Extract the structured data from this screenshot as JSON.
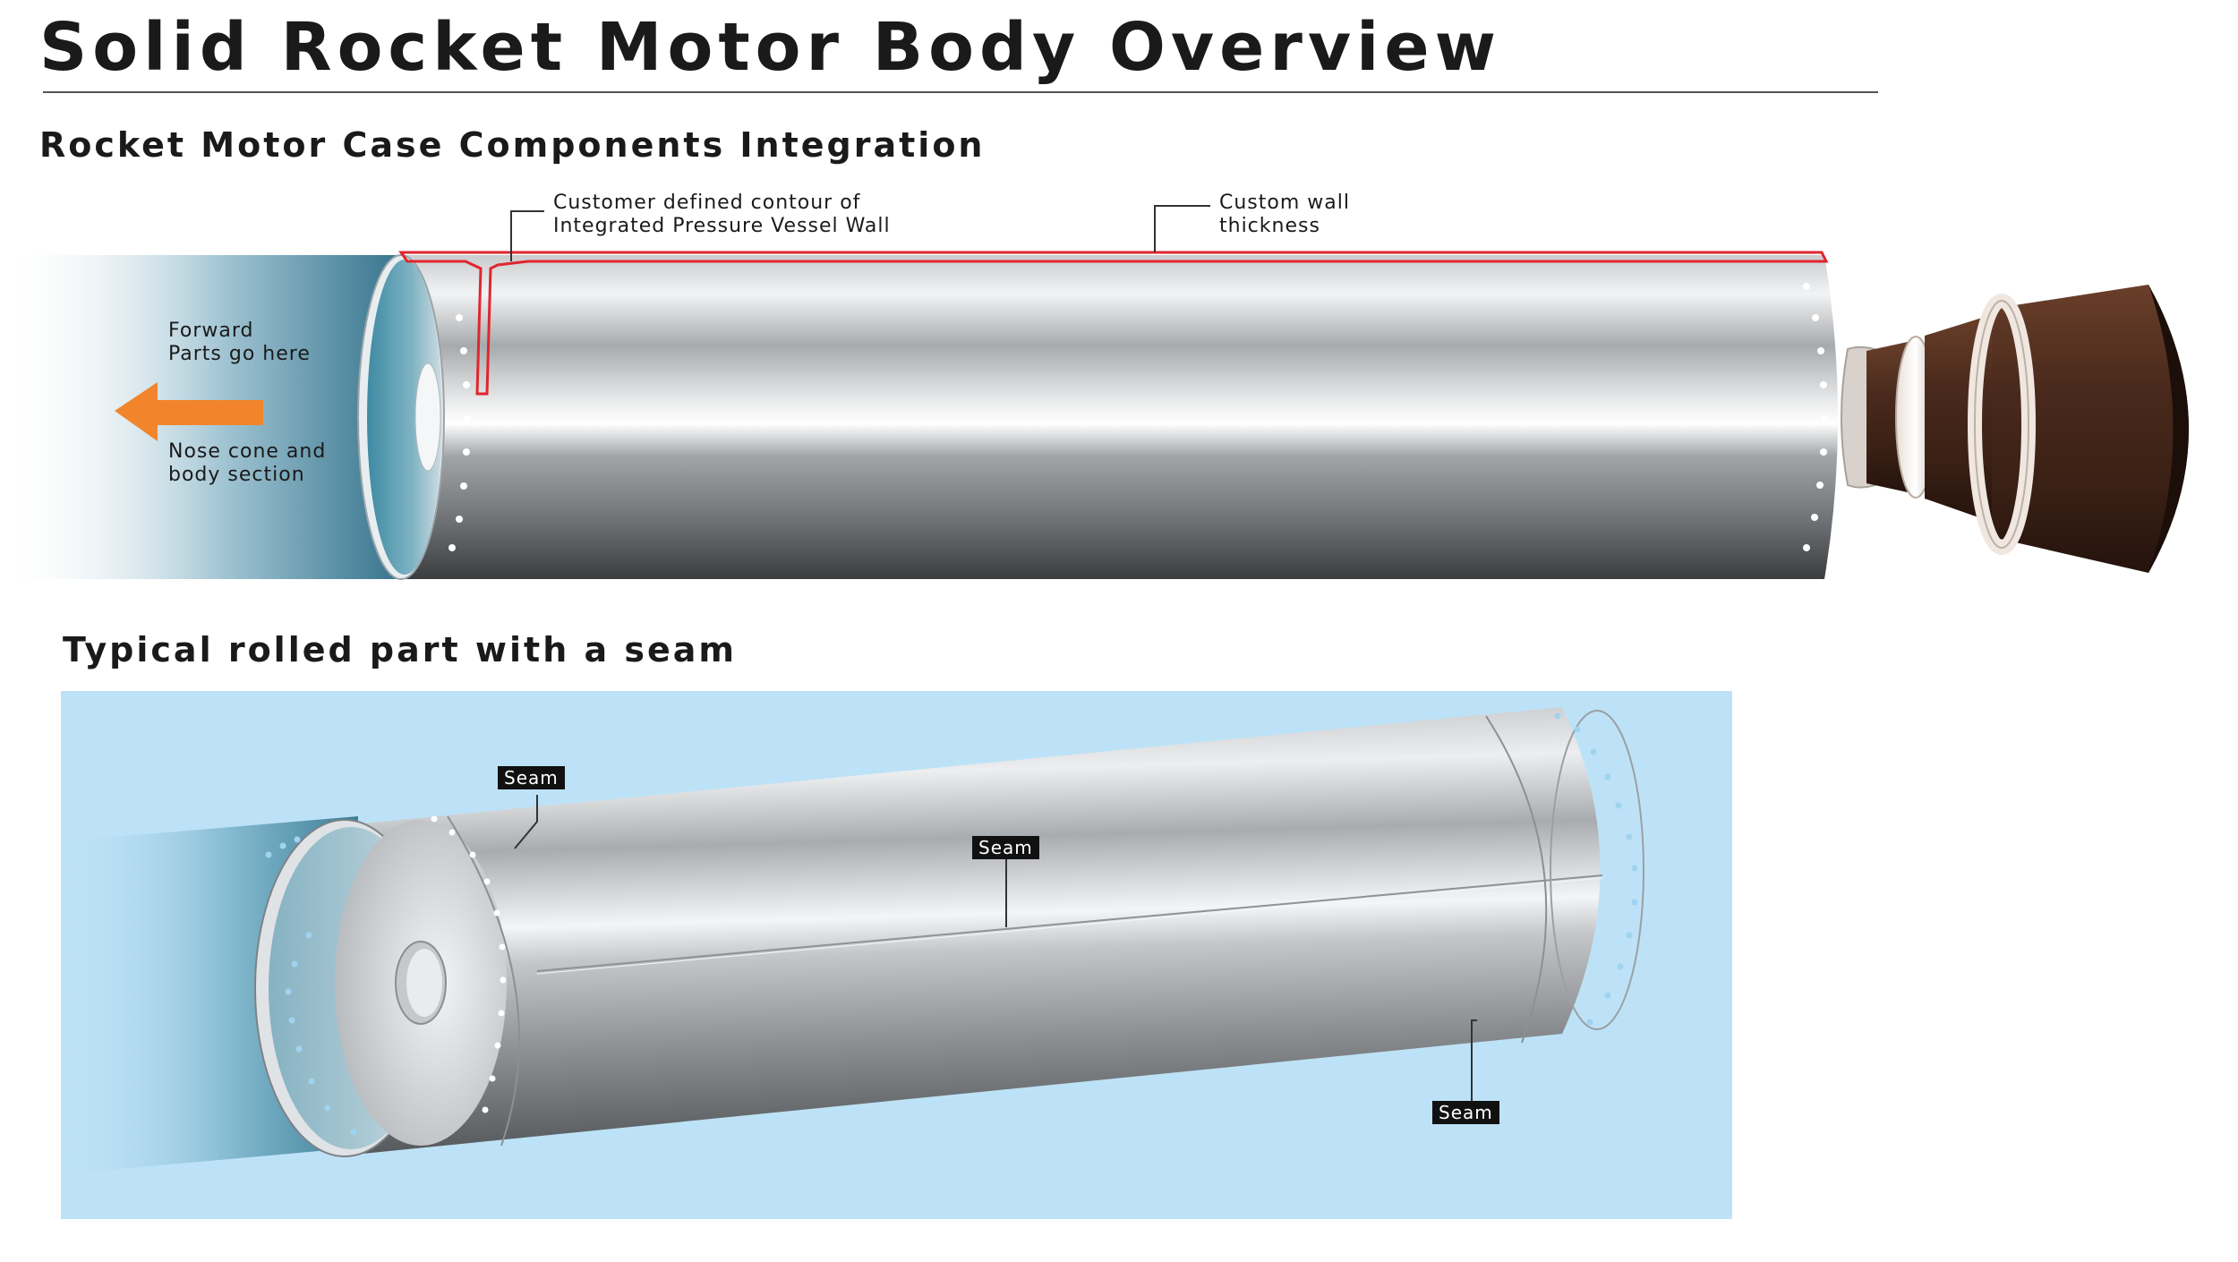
{
  "title": "Solid Rocket Motor Body Overview",
  "section_top": {
    "heading": "Rocket Motor Case Components Integration",
    "forward_label": "Forward\nParts go here",
    "nose_label": "Nose cone and\nbody section",
    "contour_label": "Customer defined contour of\nIntegrated Pressure Vessel Wall",
    "wall_label": "Custom wall\nthickness"
  },
  "section_bottom": {
    "heading": "Typical rolled part with a seam",
    "seam_labels": [
      "Seam",
      "Seam",
      "Seam"
    ]
  },
  "colors": {
    "accent_arrow": "#f2852b",
    "contour_line": "#e0262e",
    "panel_bg": "#bde2f7",
    "nozzle_brown": "#4a2a1c"
  }
}
